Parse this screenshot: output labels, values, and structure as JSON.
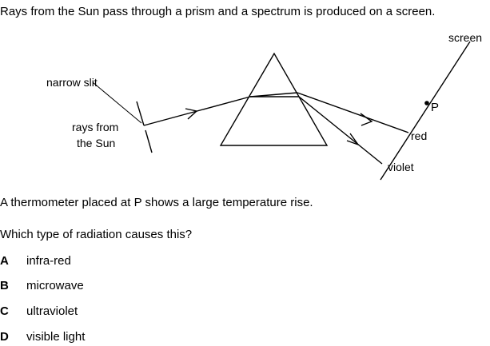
{
  "intro": "Rays from the Sun pass through a prism and a spectrum is produced on a screen.",
  "diagram": {
    "narrow_slit": "narrow slit",
    "rays_line1": "rays from",
    "rays_line2": "the Sun",
    "screen": "screen",
    "point": "P",
    "red": "red",
    "violet": "violet"
  },
  "statement": "A thermometer placed at P shows a large temperature rise.",
  "question": "Which type of radiation causes this?",
  "options": [
    {
      "letter": "A",
      "text": "infra-red"
    },
    {
      "letter": "B",
      "text": "microwave"
    },
    {
      "letter": "C",
      "text": "ultraviolet"
    },
    {
      "letter": "D",
      "text": "visible light"
    }
  ]
}
